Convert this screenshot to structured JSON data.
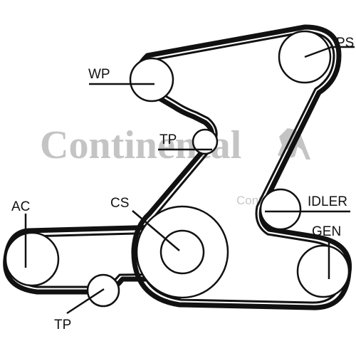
{
  "watermark": {
    "brand": "Continental",
    "brand_small": "Continental",
    "color": "#bdbdbd"
  },
  "belt_color": "#111111",
  "pulleys": {
    "ps": "PS",
    "wp": "WP",
    "tp_upper": "TP",
    "ac": "AC",
    "cs": "CS",
    "idler": "IDLER",
    "gen": "GEN",
    "tp_lower": "TP"
  },
  "icons": {
    "watermark_logo": "horse-icon"
  }
}
